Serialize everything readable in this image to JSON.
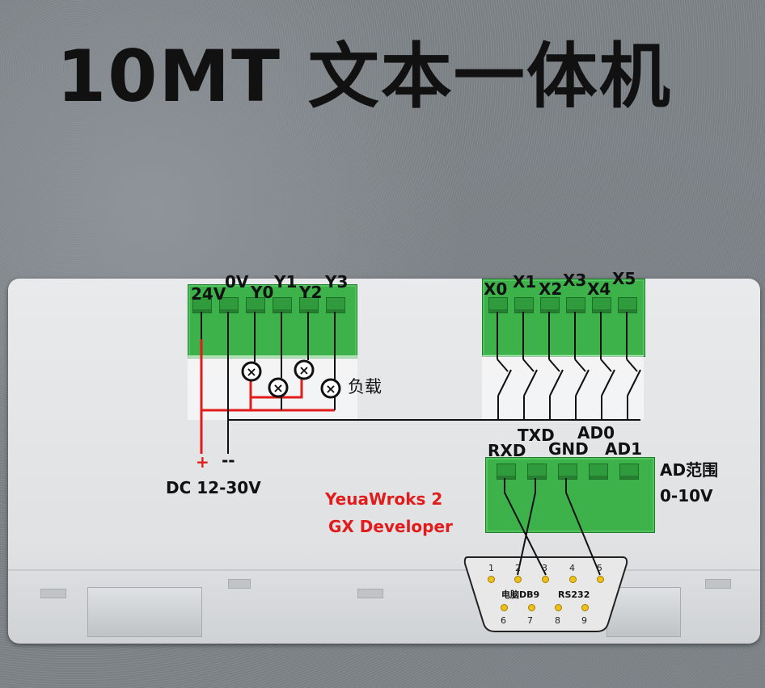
{
  "title": "10MT 文本一体机",
  "power_terminal": {
    "labels": [
      "24V",
      "0V",
      "Y0",
      "Y1",
      "Y2",
      "Y3"
    ]
  },
  "input_terminal": {
    "labels": [
      "X0",
      "X1",
      "X2",
      "X3",
      "X4",
      "X5"
    ]
  },
  "comm_terminal": {
    "labels": [
      "RXD",
      "TXD",
      "GND",
      "AD0",
      "AD1"
    ]
  },
  "load_label": "负载",
  "polarity": {
    "plus": "+",
    "minus": "--"
  },
  "power_range": "DC 12-30V",
  "ad_range": {
    "line1": "AD范围",
    "line2": "0-10V"
  },
  "software": {
    "line1": "YeuaWroks 2",
    "line2": "GX Developer"
  },
  "db9": {
    "top_pins": [
      "1",
      "2",
      "3",
      "4",
      "5"
    ],
    "bottom_pins": [
      "6",
      "7",
      "8",
      "9"
    ],
    "label_pc": "电脑DB9",
    "label_rs232": "RS232"
  },
  "colors": {
    "terminal_green": "#3db24a",
    "wire_red": "#e21b1b",
    "wire_black": "#111111",
    "pin_gold": "#f0c01a"
  }
}
